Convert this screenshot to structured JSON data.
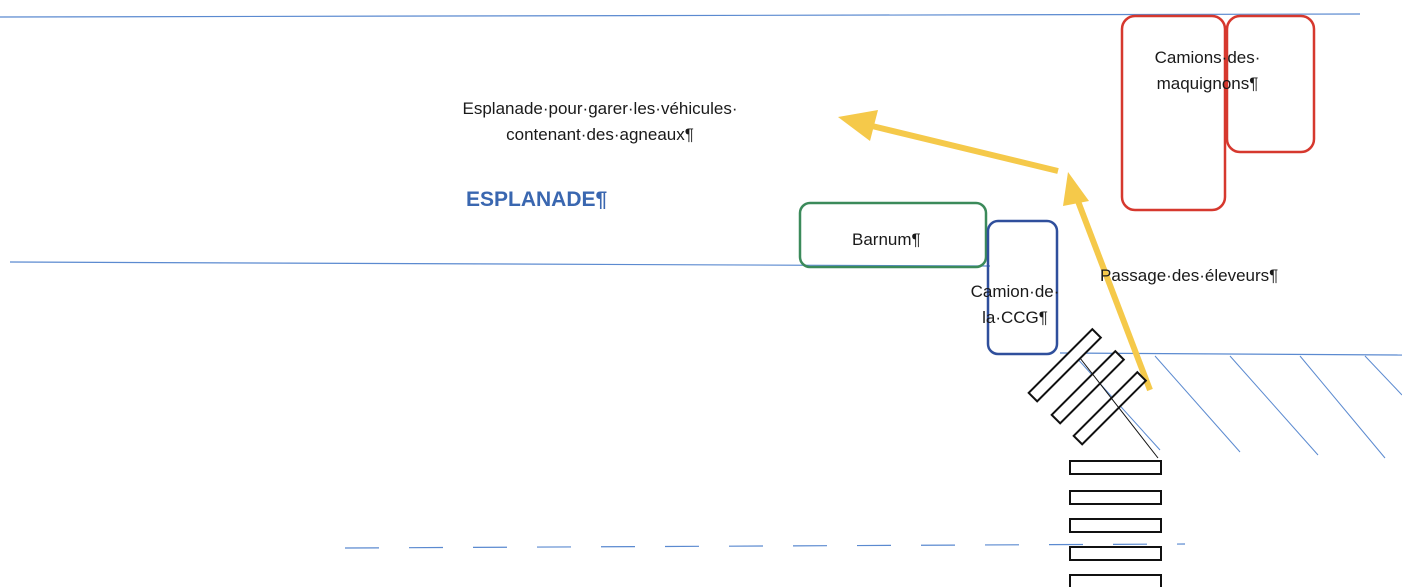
{
  "labels": {
    "esplanade_note_line1": "Esplanade·pour·garer·les·véhicules·",
    "esplanade_note_line2": "contenant·des·agneaux¶",
    "esplanade_title": "ESPLANADE¶",
    "barnum": "Barnum¶",
    "ccg_line1": "Camion·de·",
    "ccg_line2": "la·CCG¶",
    "maquignons_line1": "Camions·des·",
    "maquignons_line2": "maquignons¶",
    "passage": "Passage·des·éleveurs¶"
  },
  "colors": {
    "road_line": "#5b8ad0",
    "arrow": "#f5c94a",
    "red_box": "#d6382e",
    "green_box": "#3b8a5a",
    "blue_box": "#2f4f9c",
    "title": "#3a67b0",
    "pen": "#111111"
  }
}
